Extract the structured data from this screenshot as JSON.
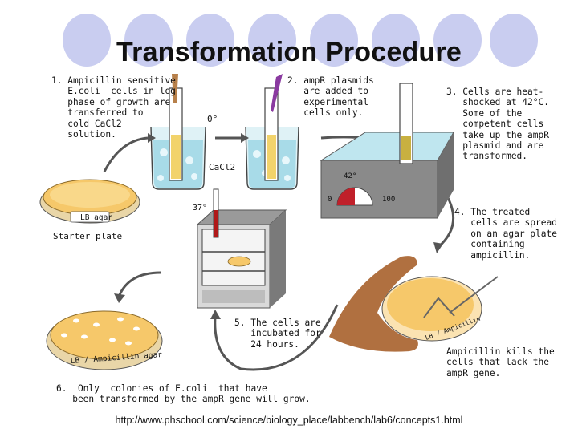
{
  "title": "Transformation Procedure",
  "steps": {
    "s1": "1. Ampicillin sensitive\n   E.coli  cells in log\n   phase of growth are\n   transferred to\n   cold CaCl2\n   solution.",
    "s2": "2. ampR plasmids\n   are added to\n   experimental\n   cells only.",
    "s3": "3. Cells are heat-\n   shocked at 42°C.\n   Some of the\n   competent cells\n   take up the ampR\n   plasmid and are\n   transformed.",
    "s4": "4. The treated\n   cells are spread\n   on an agar plate\n   containing\n   ampicillin.",
    "s5": "5. The cells are\n   incubated for\n   24 hours.",
    "s6": "6.  Only  colonies of E.coli  that have\n   been transformed by the ampR gene will grow.",
    "kill": "Ampicillin kills the\ncells that lack the\nampR gene."
  },
  "labels": {
    "starter": "Starter plate",
    "lb_agar": "LB agar",
    "lb_amp": "LB / Ampicillin agar",
    "lb_amp_short": "LB / Ampicillin",
    "zero_deg": "0°",
    "cacl2": "CaCl2",
    "thirty_seven": "37°",
    "gauge_42": "42°",
    "gauge_0": "0",
    "gauge_100": "100"
  },
  "url": "http://www.phschool.com/science/biology_place/labbench/lab6/concepts1.html",
  "colors": {
    "circle": "#c9cdf0",
    "agar": "#f6c86a",
    "water": "#bfe6ef",
    "skin": "#b07040"
  }
}
